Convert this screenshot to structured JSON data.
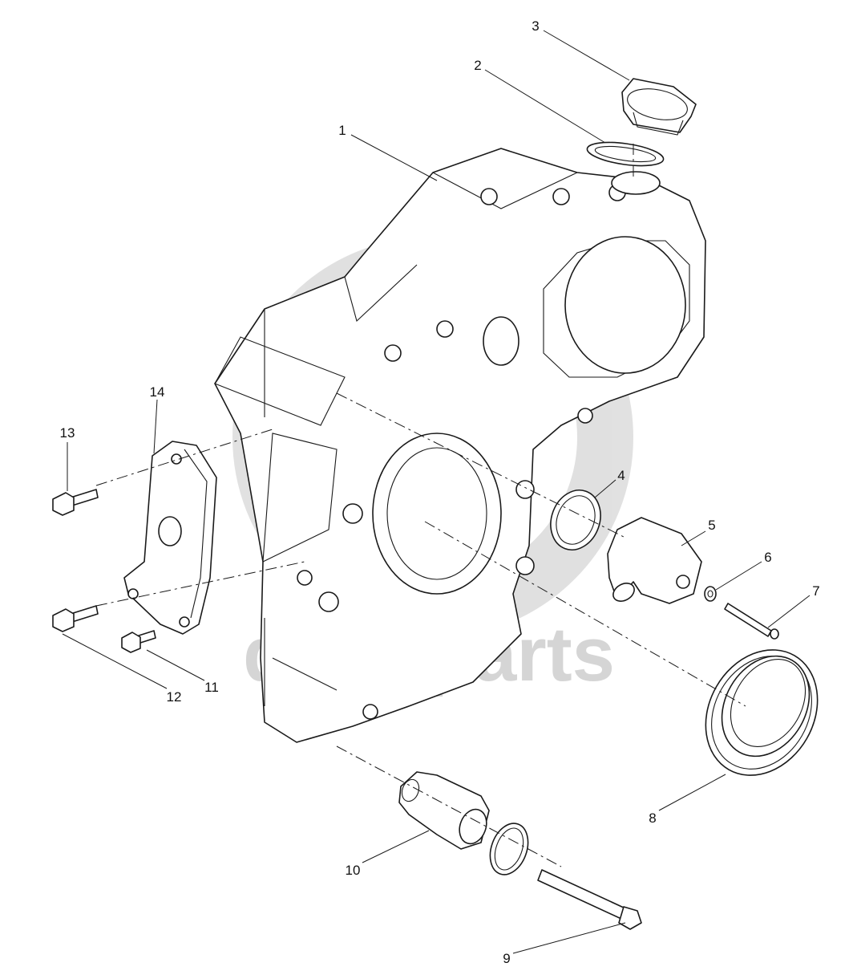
{
  "watermark": {
    "text": "data-parts",
    "color": "#c8c8c8"
  },
  "callouts": [
    {
      "id": "1",
      "label": "1"
    },
    {
      "id": "2",
      "label": "2"
    },
    {
      "id": "3",
      "label": "3"
    },
    {
      "id": "4",
      "label": "4"
    },
    {
      "id": "5",
      "label": "5"
    },
    {
      "id": "6",
      "label": "6"
    },
    {
      "id": "7",
      "label": "7"
    },
    {
      "id": "8",
      "label": "8"
    },
    {
      "id": "9",
      "label": "9"
    },
    {
      "id": "10",
      "label": "10"
    },
    {
      "id": "11",
      "label": "11"
    },
    {
      "id": "12",
      "label": "12"
    },
    {
      "id": "13",
      "label": "13"
    },
    {
      "id": "14",
      "label": "14"
    }
  ]
}
